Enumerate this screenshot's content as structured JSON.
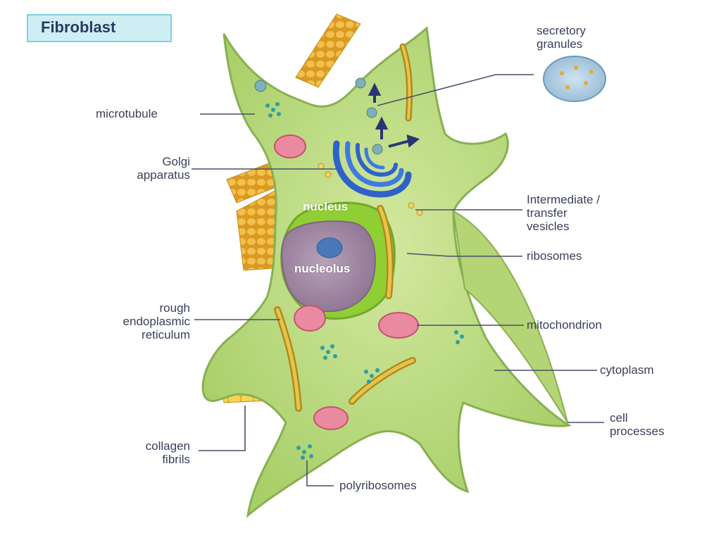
{
  "title": "Fibroblast",
  "labels": {
    "secretory_granules": [
      "secretory",
      "granules"
    ],
    "microtubule": "microtubule",
    "golgi": [
      "Golgi",
      "apparatus"
    ],
    "vesicles": [
      "Intermediate /",
      "transfer",
      "vesicles"
    ],
    "nucleus": "nucleus",
    "nucleolus": "nucleolus",
    "ribosomes": "ribosomes",
    "rough_er": [
      "rough",
      "endoplasmic",
      "reticulum"
    ],
    "mitochondrion": "mitochondrion",
    "cytoplasm": "cytoplasm",
    "cell_processes": [
      "cell",
      "processes"
    ],
    "collagen_fibrils": [
      "collagen",
      "fibrils"
    ],
    "polyribosomes": "polyribosomes"
  },
  "colors": {
    "cytoplasm": "#b9d87a",
    "membrane": "#8fb85a",
    "nucleus_rim": "#7fbf2a",
    "nucleolus_body": "#a48aa6",
    "golgi": "#2f62c9",
    "collagen": "#e8b13a",
    "mitochondria": "#e98aa0",
    "leader_lines": "#4a4f6a"
  }
}
